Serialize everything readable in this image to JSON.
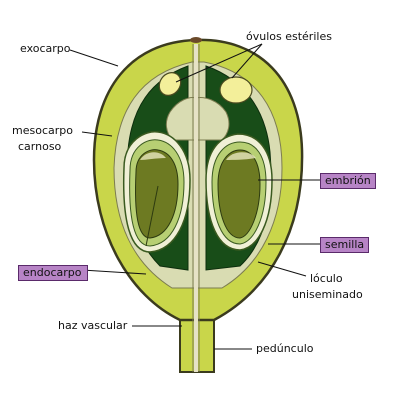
{
  "labels": {
    "exocarpo": "exocarpo",
    "ovulos": "óvulos estériles",
    "mesocarpo_1": "mesocarpo",
    "mesocarpo_2": "carnoso",
    "embrion": "embrión",
    "semilla": "semilla",
    "endocarpo": "endocarpo",
    "loculo_1": "lóculo",
    "loculo_2": "uniseminado",
    "haz": "haz vascular",
    "pedunculo": "pedúnculo"
  },
  "colors": {
    "exocarp_fill": "#c9d64a",
    "exocarp_stroke": "#3b3b1e",
    "mesocarp_fill": "#d9dcb2",
    "locule_fill": "#184d18",
    "seed_coat": "#b7cf73",
    "embryo": "#6d7a22",
    "ovule": "#f3ef9a",
    "vascular": "#e6e2c6",
    "highlight_box": "#b784c6"
  }
}
